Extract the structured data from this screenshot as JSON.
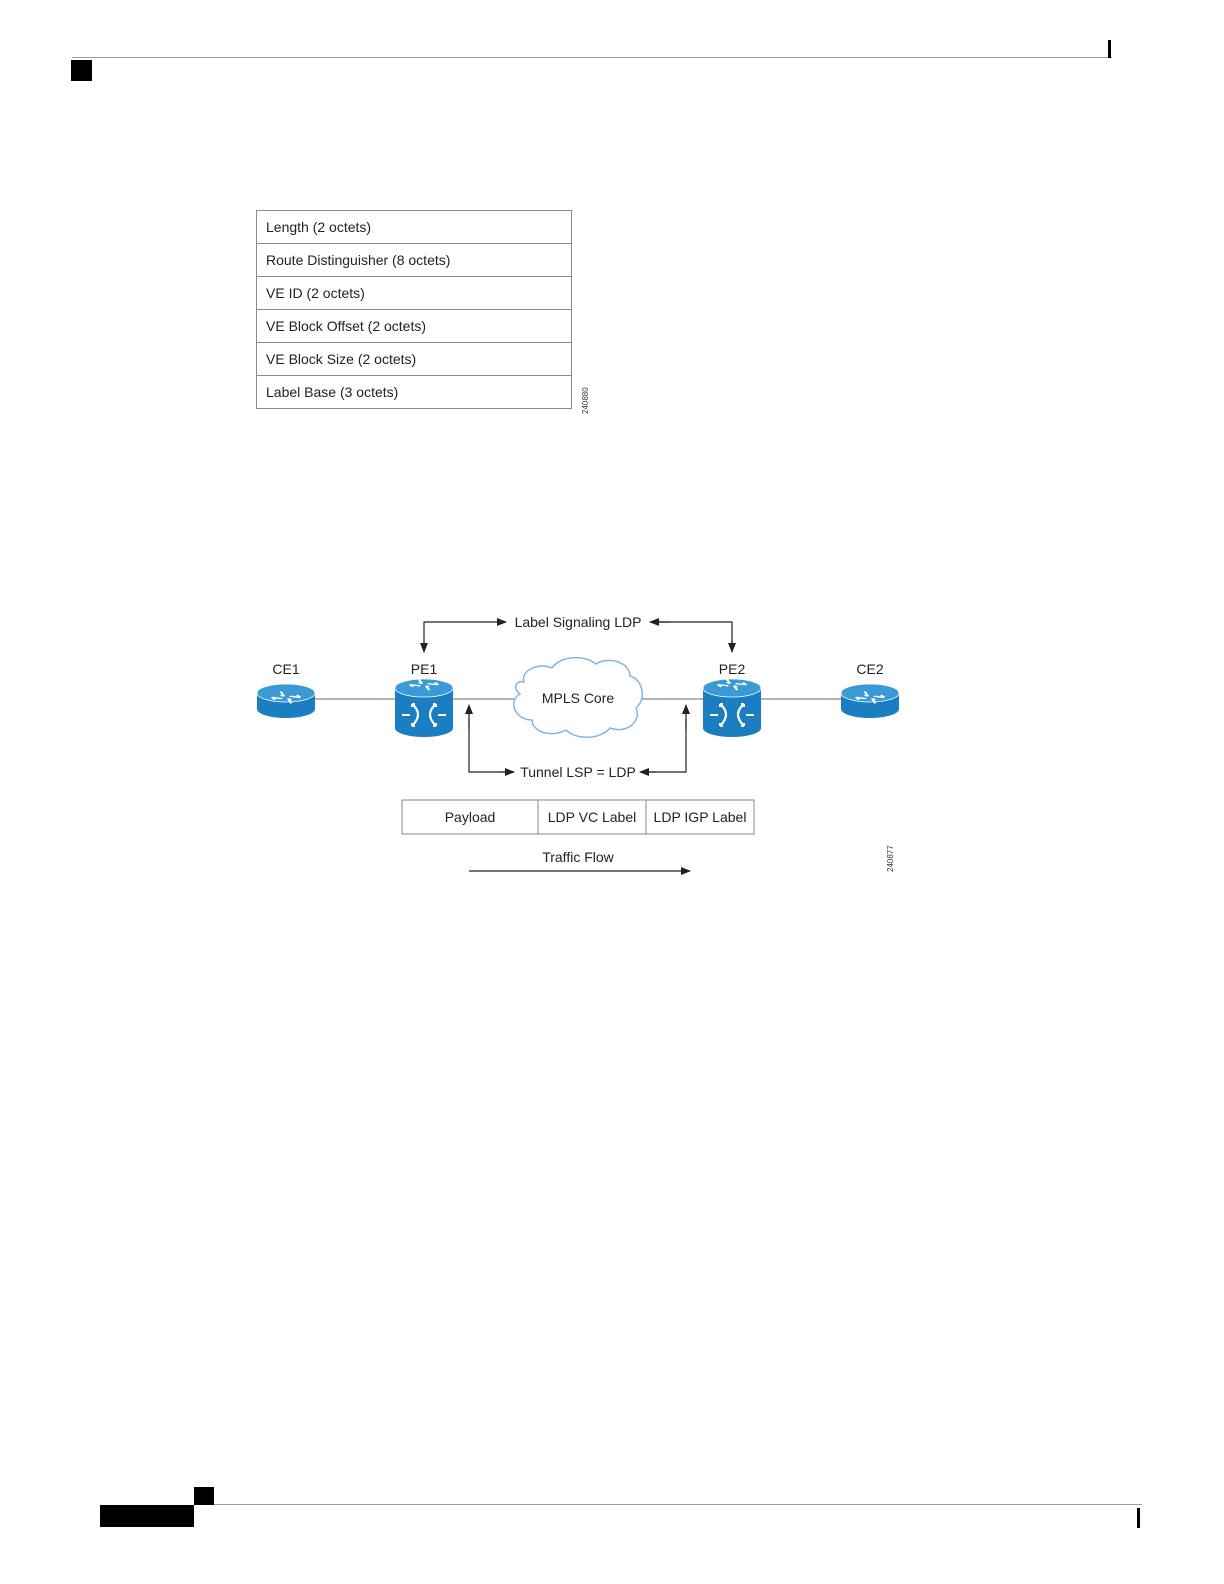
{
  "field_table": {
    "rows": [
      "Length (2 octets)",
      "Route Distinguisher (8 octets)",
      "VE ID (2 octets)",
      "VE Block Offset (2 octets)",
      "VE Block Size (2 octets)",
      "Label Base (3 octets)"
    ],
    "figure_id": "240880"
  },
  "diagram": {
    "label_signaling": "Label Signaling LDP",
    "tunnel_lsp": "Tunnel LSP = LDP",
    "core_label": "MPLS Core",
    "nodes": {
      "ce1": "CE1",
      "pe1": "PE1",
      "pe2": "PE2",
      "ce2": "CE2"
    },
    "packet": {
      "payload": "Payload",
      "vc_label": "LDP VC Label",
      "igp_label": "LDP IGP Label"
    },
    "traffic_flow": "Traffic Flow",
    "figure_id": "240877",
    "colors": {
      "router_blue": "#1b7ec3",
      "router_top": "#3a9ad6",
      "line_gray": "#9a9a9a"
    }
  }
}
